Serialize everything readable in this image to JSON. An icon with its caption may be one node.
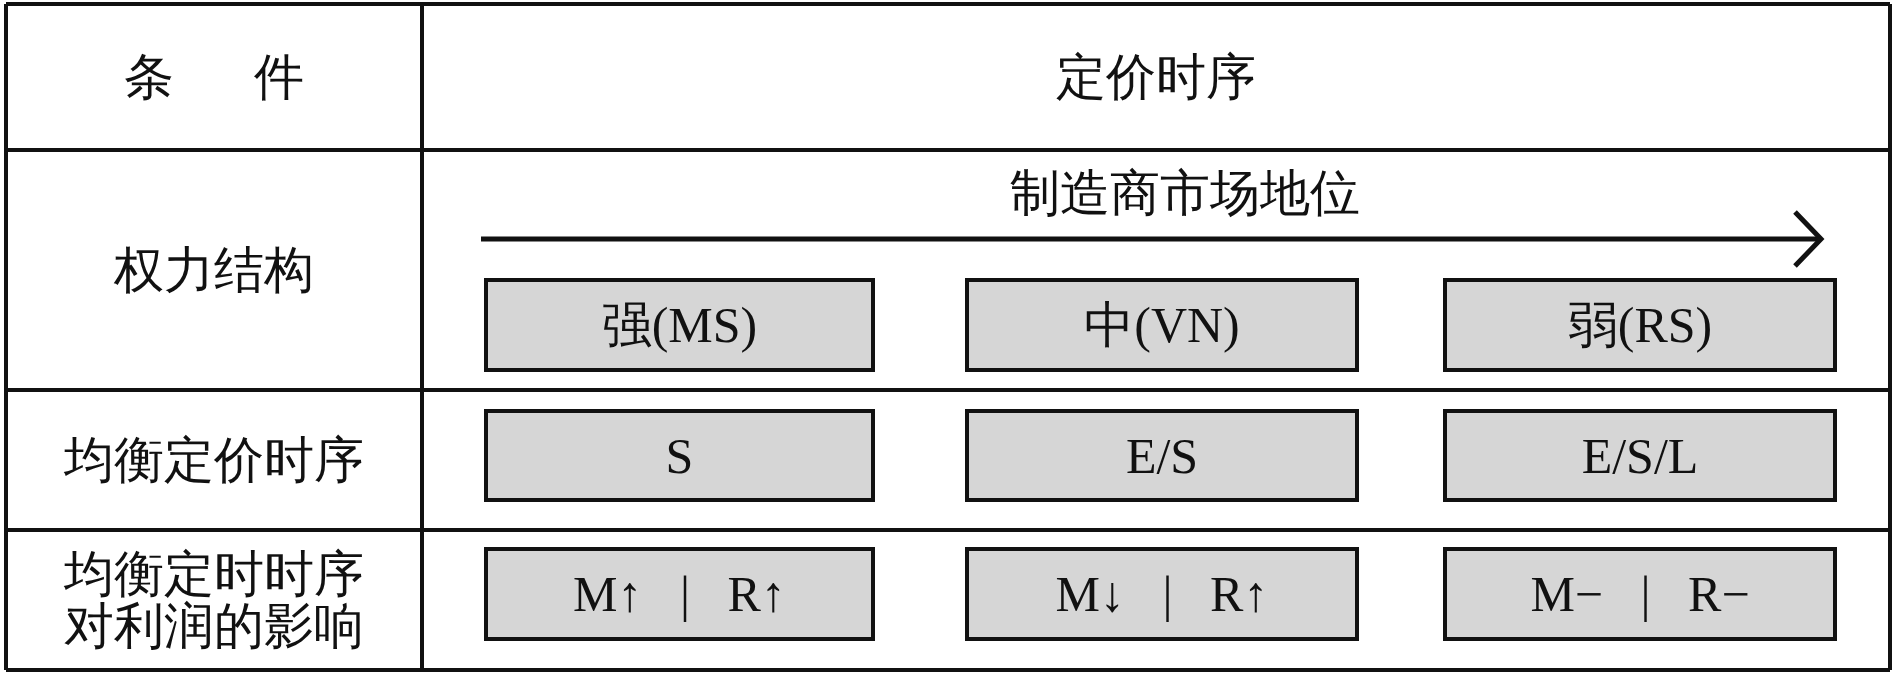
{
  "diagram": {
    "nodes": [
      {
        "text": [
          "强(MS)"
        ]
      },
      {
        "text": [
          "中(VN)"
        ]
      },
      {
        "text": [
          "弱(RS)"
        ]
      },
      {
        "text": [
          "S"
        ]
      },
      {
        "text": [
          "E/S"
        ]
      },
      {
        "text": [
          "E/S/L"
        ]
      },
      {
        "text": [
          "M↑ | R↑"
        ]
      },
      {
        "text": [
          "M↓ | R↑"
        ]
      },
      {
        "text": [
          "M− | R−"
        ]
      }
    ],
    "edges": [],
    "labels": [
      "条件",
      "定价时序",
      "权力结构",
      "制造商市场地位",
      "均衡定价时序",
      "均衡定时时序对利润的影响"
    ]
  }
}
